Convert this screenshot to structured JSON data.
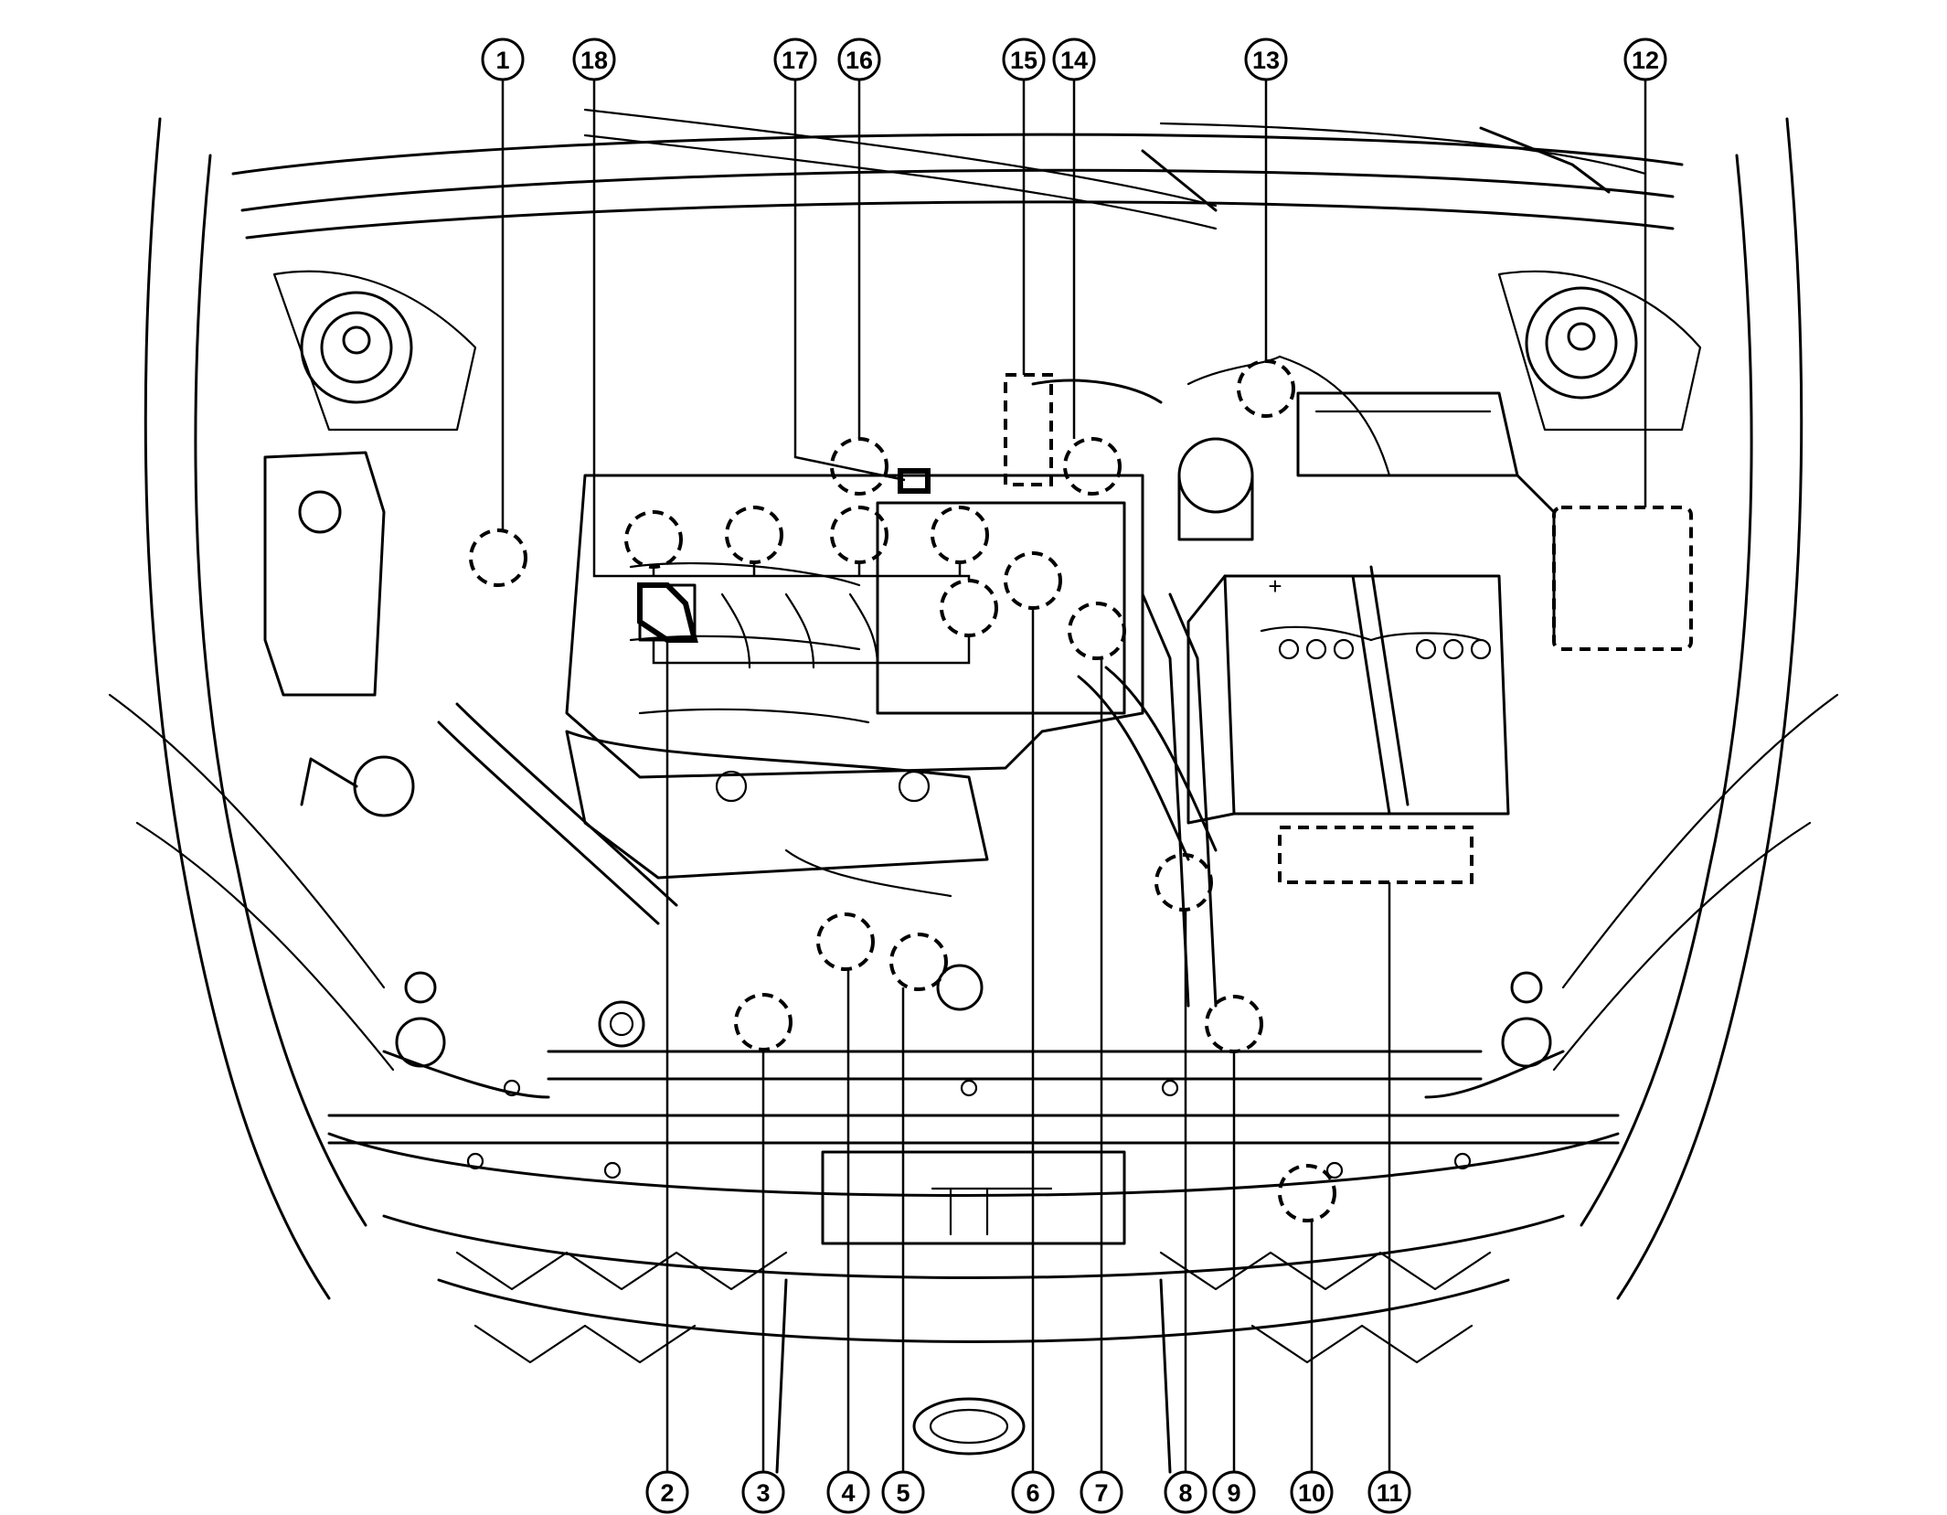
{
  "callouts": [
    {
      "id": "c1",
      "label": "1"
    },
    {
      "id": "c2",
      "label": "2"
    },
    {
      "id": "c3",
      "label": "3"
    },
    {
      "id": "c4",
      "label": "4"
    },
    {
      "id": "c5",
      "label": "5"
    },
    {
      "id": "c6",
      "label": "6"
    },
    {
      "id": "c7",
      "label": "7"
    },
    {
      "id": "c8",
      "label": "8"
    },
    {
      "id": "c9",
      "label": "9"
    },
    {
      "id": "c10",
      "label": "10"
    },
    {
      "id": "c11",
      "label": "11"
    },
    {
      "id": "c12",
      "label": "12"
    },
    {
      "id": "c13",
      "label": "13"
    },
    {
      "id": "c14",
      "label": "14"
    },
    {
      "id": "c15",
      "label": "15"
    },
    {
      "id": "c16",
      "label": "16"
    },
    {
      "id": "c17",
      "label": "17"
    },
    {
      "id": "c18",
      "label": "18"
    }
  ],
  "battery": {
    "positive_sign": "+"
  }
}
